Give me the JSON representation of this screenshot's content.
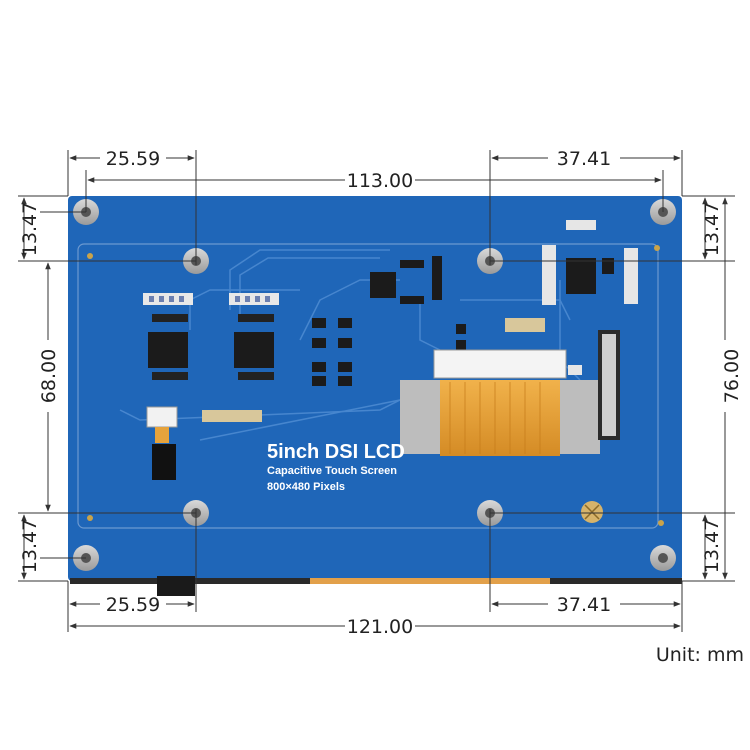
{
  "dimensions": {
    "top_left": "25.59",
    "top_width": "113.00",
    "top_right": "37.41",
    "bottom_left": "25.59",
    "bottom_width": "121.00",
    "bottom_right": "37.41",
    "left_top": "13.47",
    "left_mid": "68.00",
    "left_bottom": "13.47",
    "right_top": "13.47",
    "right_mid": "76.00",
    "right_bottom": "13.47"
  },
  "board": {
    "title": "5inch DSI LCD",
    "subtitle": "Capacitive Touch Screen",
    "resolution": "800×480 Pixels"
  },
  "unit_label": "Unit: mm",
  "colors": {
    "pcb": "#1f66b8",
    "pcb_dark": "#17549b",
    "flex": "#e8a33a"
  }
}
